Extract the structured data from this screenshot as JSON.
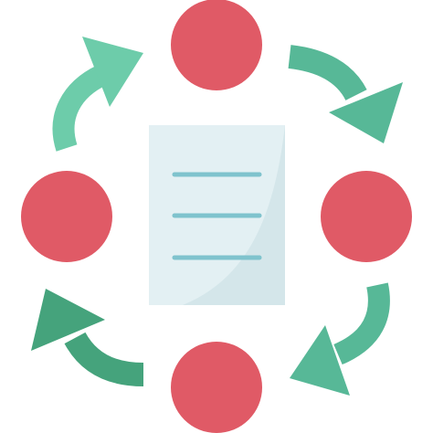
{
  "icon": {
    "semantic_name": "document-circulation-icon",
    "colors": {
      "node_red": "#E05A66",
      "arrow_green_light": "#6DCCAA",
      "arrow_green_mid": "#57B897",
      "arrow_green_dark": "#45A37C",
      "document_paper": "#E3F0F3",
      "document_fold": "#D4E6EA",
      "document_lines": "#7FC3CD"
    },
    "nodes": [
      "top",
      "right",
      "bottom",
      "left"
    ],
    "arrows": [
      "top-right",
      "bottom-right",
      "bottom-left",
      "top-left"
    ],
    "document": {
      "line_count": 3
    }
  }
}
